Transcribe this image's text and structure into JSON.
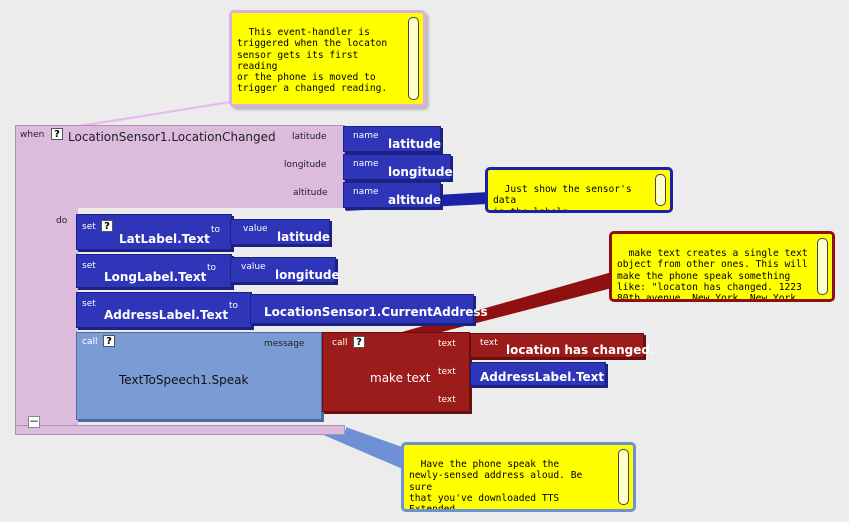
{
  "comments": {
    "event_handler": "This event-handler is\ntriggered when the locaton\nsensor gets its first reading\nor the phone is moved to\ntrigger a changed reading.",
    "labels": "Just show the sensor's data\nin the labels",
    "make_text": "make text creates a single text\nobject from other ones. This will\nmake the phone speak something\nlike: \"locaton has changed. 1223\n80th avenue, New York, New York.",
    "speak": "Have the phone speak the\nnewly-sensed address aloud. Be sure\nthat you've downloaded TTS Extended\nfrom the Android Market and the\nvolume is on"
  },
  "event": {
    "when_label": "when",
    "name": "LocationSensor1.LocationChanged",
    "do_label": "do",
    "params": [
      {
        "label": "latitude",
        "name_label": "name",
        "value": "latitude"
      },
      {
        "label": "longitude",
        "name_label": "name",
        "value": "longitude"
      },
      {
        "label": "altitude",
        "name_label": "name",
        "value": "altitude"
      }
    ],
    "collapse_symbol": "−"
  },
  "statements": [
    {
      "set_label": "set",
      "target": "LatLabel.Text",
      "to_label": "to",
      "value_label": "value",
      "value": "latitude"
    },
    {
      "set_label": "set",
      "target": "LongLabel.Text",
      "to_label": "to",
      "value_label": "value",
      "value": "longitude"
    },
    {
      "set_label": "set",
      "target": "AddressLabel.Text",
      "to_label": "to",
      "value": "LocationSensor1.CurrentAddress"
    }
  ],
  "call": {
    "call_label": "call",
    "method": "TextToSpeech1.Speak",
    "message_label": "message"
  },
  "make_text": {
    "call_label": "call",
    "name": "make text",
    "text_label": "text",
    "items": [
      {
        "text_label": "text",
        "value": "location has changed."
      },
      {
        "value": "AddressLabel.Text"
      }
    ]
  },
  "help_symbol": "?",
  "colors": {
    "event": "#dcbbdc",
    "setter": "#2e35b8",
    "call": "#7b9bd4",
    "text": "#9c1b1b",
    "comment": "#ffff00"
  }
}
